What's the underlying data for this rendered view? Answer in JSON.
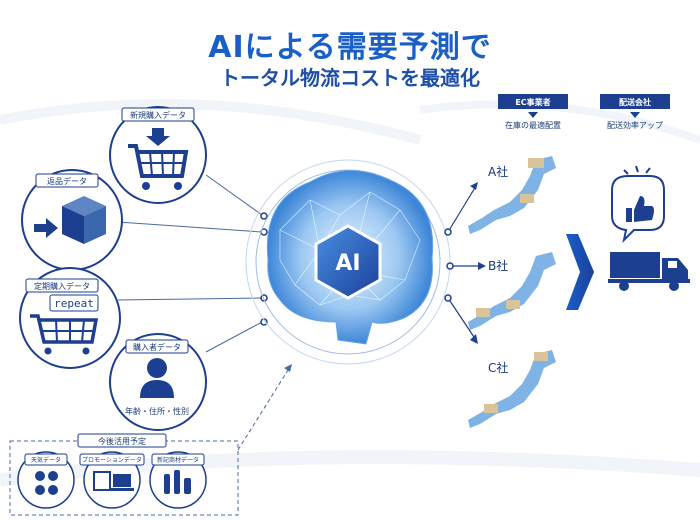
{
  "title": "AIによる需要予測で",
  "subtitle": "トータル物流コストを最適化",
  "center_label": "AI",
  "inputs": {
    "new_purchase": "新規購入データ",
    "returns": "返品データ",
    "repeat_purchase": "定期購入データ",
    "repeat_word": "repeat",
    "buyer": "購入者データ",
    "buyer_attrs": "年齢・住所・性別"
  },
  "future": {
    "title": "今後活用予定",
    "weather": "天気データ",
    "promotion": "プロモーションデータ",
    "new_product": "新記商材データ"
  },
  "right": {
    "ec_title": "EC事業者",
    "ec_sub": "在庫の最適配置",
    "delivery_title": "配送会社",
    "delivery_sub": "配送効率アップ",
    "companies": [
      "A社",
      "B社",
      "C社"
    ]
  },
  "colors": {
    "primary": "#1a5fc8",
    "dark": "#1d3f8f",
    "light": "#cfe2f8"
  },
  "icons": [
    "cart-icon",
    "box-icon",
    "cart-repeat-icon",
    "person-icon",
    "brain-network-icon",
    "japan-map-icon",
    "thumbs-up-icon",
    "truck-icon",
    "arrow-right-icon"
  ]
}
